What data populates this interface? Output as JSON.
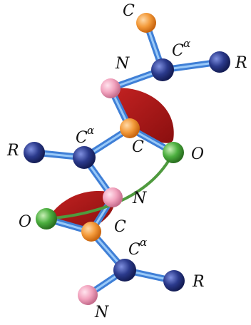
{
  "labels": {
    "c_top": "C",
    "ca_top": "C",
    "ca_top_sup": "α",
    "r_top": "R",
    "n_top": "N",
    "r_left": "R",
    "ca_mid": "C",
    "ca_mid_sup": "α",
    "c_mid": "C",
    "o_mid": "O",
    "n_mid": "N",
    "o_left": "O",
    "c_low": "C",
    "ca_low": "C",
    "ca_low_sup": "α",
    "r_low": "R",
    "n_low": "N"
  },
  "colors": {
    "bond": "#3f7fd6",
    "bond_highlight": "#a9d6ff",
    "carbon": "#f39a3a",
    "calpha": "#2b3a8c",
    "nitrogen": "#f2a3be",
    "oxygen": "#4caf3f",
    "r_group": "#2a3890",
    "hbond": "#4f9a3e",
    "wedge": "#b01919"
  }
}
